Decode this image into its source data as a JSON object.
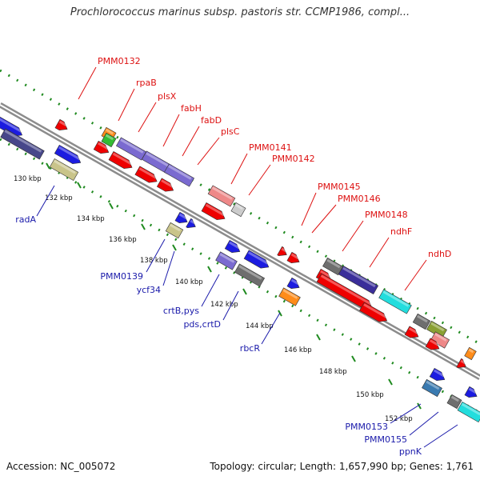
{
  "title": "Prochlorococcus marinus subsp. pastoris str. CCMP1986, compl...",
  "footer": {
    "accession": "Accession: NC_005072",
    "summary": "Topology: circular; Length: 1,657,990 bp; Genes: 1,761"
  },
  "colors": {
    "forward_label": "#dd1111",
    "reverse_label": "#1a1aaa",
    "backbone": "#8c8c8c",
    "tick_dots": "#1f8a1f"
  },
  "ticks": [
    "130 kbp",
    "132 kbp",
    "134 kbp",
    "136 kbp",
    "138 kbp",
    "140 kbp",
    "142 kbp",
    "144 kbp",
    "146 kbp",
    "148 kbp",
    "150 kbp",
    "152 kbp"
  ],
  "forward_genes": [
    "PMM0132",
    "rpaB",
    "plsX",
    "fabH",
    "fabD",
    "plsC",
    "PMM0141",
    "PMM0142",
    "PMM0145",
    "PMM0146",
    "PMM0148",
    "ndhF",
    "ndhD"
  ],
  "reverse_genes": [
    "radA",
    "PMM0139",
    "ycf34",
    "crtB,pys",
    "pds,crtD",
    "rbcR",
    "PMM0153",
    "PMM0155",
    "ppnK"
  ]
}
